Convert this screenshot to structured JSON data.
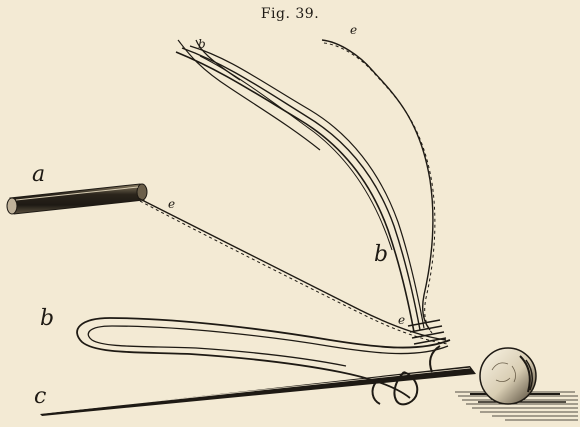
{
  "figure": {
    "title": "Fig. 39.",
    "labels": {
      "b_top": "b",
      "e_top": "e",
      "a": "a",
      "e_wire": "e",
      "b_mid": "b",
      "e_low": "e",
      "b_loop": "b",
      "c": "c"
    }
  },
  "colors": {
    "paper": "#f3ead4",
    "ink": "#1e1a14"
  }
}
